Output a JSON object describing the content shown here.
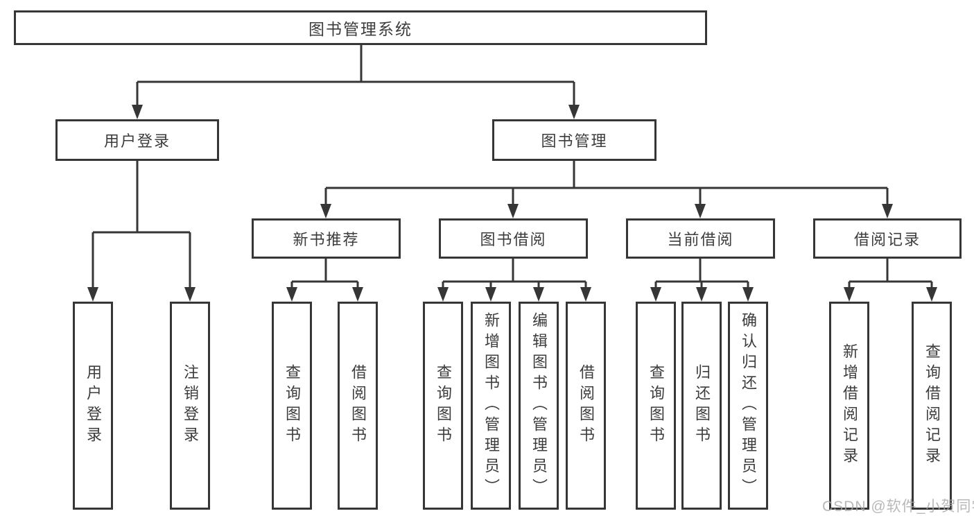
{
  "root": "图书管理系统",
  "level2": {
    "user": "用户登录",
    "book": "图书管理"
  },
  "level3": {
    "recommend": "新书推荐",
    "borrow": "图书借阅",
    "current": "当前借阅",
    "records": "借阅记录"
  },
  "leaves": {
    "user": [
      "用户登录",
      "注销登录"
    ],
    "recommend": [
      "查询图书",
      "借阅图书"
    ],
    "borrow": [
      "查询图书",
      "新增图书（管理员）",
      "编辑图书（管理员）",
      "借阅图书"
    ],
    "current": [
      "查询图书",
      "归还图书",
      "确认归还（管理员）"
    ],
    "records": [
      "新增借阅记录",
      "查询借阅记录"
    ]
  },
  "watermark": "CSDN @软件_小贺同学",
  "colors": {
    "line": "#363636",
    "text": "#3c3c3c",
    "background": "#ffffff"
  }
}
